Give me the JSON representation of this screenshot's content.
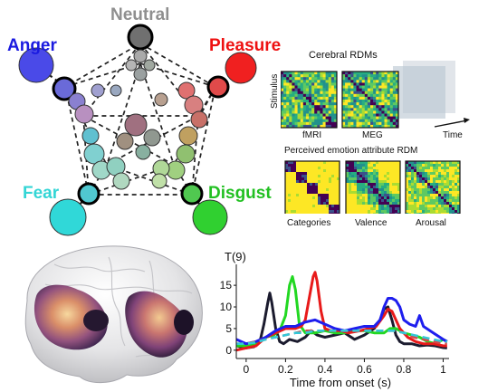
{
  "emotion_map": {
    "labels": {
      "neutral": {
        "text": "Neutral",
        "color": "#8f8f8f"
      },
      "anger": {
        "text": "Anger",
        "color": "#1a1ae0"
      },
      "pleasure": {
        "text": "Pleasure",
        "color": "#ee1111"
      },
      "fear": {
        "text": "Fear",
        "color": "#33d5d5"
      },
      "disgust": {
        "text": "Disgust",
        "color": "#22c022"
      }
    }
  },
  "rdm_panel": {
    "cerebral_title": "Cerebral RDMs",
    "stimulus_label": "Stimulus",
    "fmri_label": "fMRI",
    "meg_label": "MEG",
    "time_label": "Time",
    "perceived_title": "Perceived emotion attribute RDM",
    "categories_label": "Categories",
    "valence_label": "Valence",
    "arousal_label": "Arousal"
  },
  "chart_data": {
    "type": "line",
    "ylabel": "T(9)",
    "xlabel": "Time from onset (s)",
    "xlim": [
      -0.05,
      1.03
    ],
    "ylim": [
      -1.5,
      19
    ],
    "x_ticks": [
      0,
      0.2,
      0.4,
      0.6,
      0.8,
      1
    ],
    "x_tick_labels": [
      "0",
      "0.2",
      "0.4",
      "0.6",
      "0.8",
      "1"
    ],
    "y_ticks": [
      0,
      5,
      10,
      15
    ],
    "y_tick_labels": [
      "0",
      "5",
      "10",
      "15"
    ],
    "grid": false,
    "series": [
      {
        "color": "#1b1b2e",
        "style": "solid",
        "x": [
          -0.05,
          0,
          0.04,
          0.07,
          0.09,
          0.11,
          0.12,
          0.13,
          0.15,
          0.17,
          0.19,
          0.22,
          0.26,
          0.3,
          0.33,
          0.36,
          0.4,
          0.45,
          0.5,
          0.55,
          0.6,
          0.65,
          0.68,
          0.7,
          0.72,
          0.74,
          0.76,
          0.78,
          0.8,
          0.84,
          0.88,
          0.92,
          0.96,
          1.0,
          1.02
        ],
        "y": [
          1,
          0.5,
          0.8,
          2,
          6,
          11,
          13.2,
          11,
          5,
          2,
          1.5,
          2.5,
          2,
          3,
          4.5,
          3.5,
          3,
          3.5,
          4,
          2.5,
          3.5,
          5,
          7,
          9.5,
          10,
          7,
          3.5,
          2,
          1.5,
          1.5,
          1,
          1.2,
          1,
          0.6,
          0.5
        ]
      },
      {
        "color": "#22d822",
        "style": "solid",
        "x": [
          -0.05,
          0,
          0.05,
          0.1,
          0.14,
          0.17,
          0.2,
          0.22,
          0.235,
          0.25,
          0.27,
          0.3,
          0.35,
          0.4,
          0.45,
          0.5,
          0.55,
          0.6,
          0.65,
          0.7,
          0.73,
          0.76,
          0.8,
          0.84,
          0.88,
          0.92,
          0.96,
          1.0,
          1.02
        ],
        "y": [
          1,
          1,
          1.5,
          3,
          3.5,
          4.5,
          8,
          15,
          17,
          14,
          6,
          4,
          4,
          4.5,
          4,
          4,
          4.5,
          4.5,
          4,
          4,
          5,
          5,
          4,
          3.5,
          3,
          2,
          1.5,
          2.5,
          2
        ]
      },
      {
        "color": "#e81a1a",
        "style": "solid",
        "x": [
          -0.05,
          0,
          0.05,
          0.1,
          0.15,
          0.2,
          0.25,
          0.28,
          0.3,
          0.32,
          0.34,
          0.35,
          0.36,
          0.38,
          0.4,
          0.43,
          0.48,
          0.52,
          0.58,
          0.62,
          0.66,
          0.7,
          0.72,
          0.74,
          0.76,
          0.78,
          0.82,
          0.86,
          0.9,
          0.95,
          1.0,
          1.02
        ],
        "y": [
          0,
          0.5,
          1,
          3,
          4,
          5,
          5,
          5.5,
          7,
          12,
          17,
          18,
          16,
          9,
          5,
          4.5,
          4.5,
          4,
          4.5,
          5,
          5.5,
          8,
          9.5,
          9,
          7,
          5,
          3,
          2,
          1.5,
          1.5,
          1,
          1
        ]
      },
      {
        "color": "#1e1eee",
        "style": "solid",
        "x": [
          -0.05,
          0,
          0.05,
          0.1,
          0.15,
          0.2,
          0.25,
          0.3,
          0.35,
          0.4,
          0.45,
          0.5,
          0.55,
          0.6,
          0.65,
          0.68,
          0.7,
          0.72,
          0.74,
          0.76,
          0.78,
          0.8,
          0.83,
          0.86,
          0.88,
          0.9,
          0.95,
          1.0,
          1.02
        ],
        "y": [
          2.5,
          1.5,
          2,
          3,
          4.5,
          5.5,
          5.5,
          6.5,
          7,
          6,
          5,
          4.5,
          5,
          5.5,
          5.5,
          7,
          10,
          12,
          12,
          11.5,
          10,
          7,
          6,
          5.5,
          8,
          5.5,
          4,
          2.5,
          2
        ]
      },
      {
        "color": "#d54848",
        "style": "dashed",
        "x": [
          -0.05,
          0,
          0.05,
          0.1,
          0.15,
          0.2,
          0.25,
          0.3,
          0.35,
          0.4,
          0.45,
          0.5,
          0.55,
          0.6,
          0.65,
          0.7,
          0.75,
          0.8,
          0.85,
          0.9,
          0.95,
          1.0,
          1.02
        ],
        "y": [
          1.5,
          1.5,
          2,
          2.5,
          3,
          3.5,
          4,
          4.5,
          4.5,
          4.5,
          4.5,
          4.5,
          4.5,
          4.5,
          4.5,
          4.5,
          4.5,
          4,
          3,
          2.5,
          2,
          1.5,
          1.5
        ]
      },
      {
        "color": "#33c8d8",
        "style": "dashed",
        "x": [
          -0.05,
          0,
          0.05,
          0.1,
          0.15,
          0.2,
          0.25,
          0.3,
          0.35,
          0.4,
          0.45,
          0.5,
          0.55,
          0.6,
          0.65,
          0.7,
          0.75,
          0.8,
          0.85,
          0.9,
          0.95,
          1.0,
          1.02
        ],
        "y": [
          1.5,
          1.5,
          1.8,
          2.5,
          3,
          3.5,
          4,
          4,
          4.5,
          4.5,
          4.5,
          4.5,
          4.5,
          4.5,
          4.5,
          4.5,
          4.5,
          4,
          3.5,
          3,
          2.5,
          2,
          2
        ]
      }
    ]
  }
}
